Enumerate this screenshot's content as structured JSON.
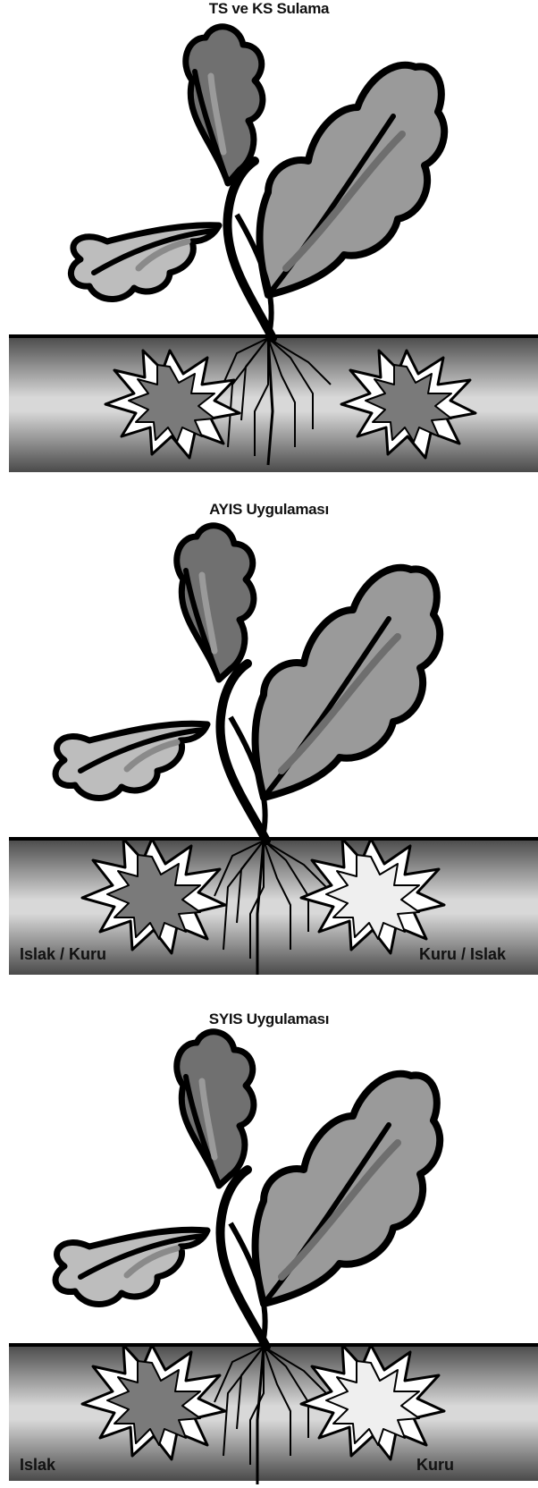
{
  "panels": [
    {
      "title": "TS ve KS Sulama",
      "left_label": "",
      "right_label": ""
    },
    {
      "title": "AYIS Uygulaması",
      "left_label": "Islak / Kuru",
      "right_label": "Kuru / Islak"
    },
    {
      "title": "SYIS Uygulaması",
      "left_label": "Islak",
      "right_label": "Kuru"
    }
  ],
  "colors": {
    "soil_dark": "#505050",
    "soil_light": "#d4d4d4",
    "leaf_dark": "#6e6e6e",
    "leaf_mid": "#9a9a9a",
    "leaf_light": "#bdbdbd",
    "outline": "#000000",
    "burst_wet": "#7a7a7a",
    "burst_dry": "#efefef"
  },
  "icons": {
    "plant": "plant-icon",
    "burst": "burst-icon"
  }
}
